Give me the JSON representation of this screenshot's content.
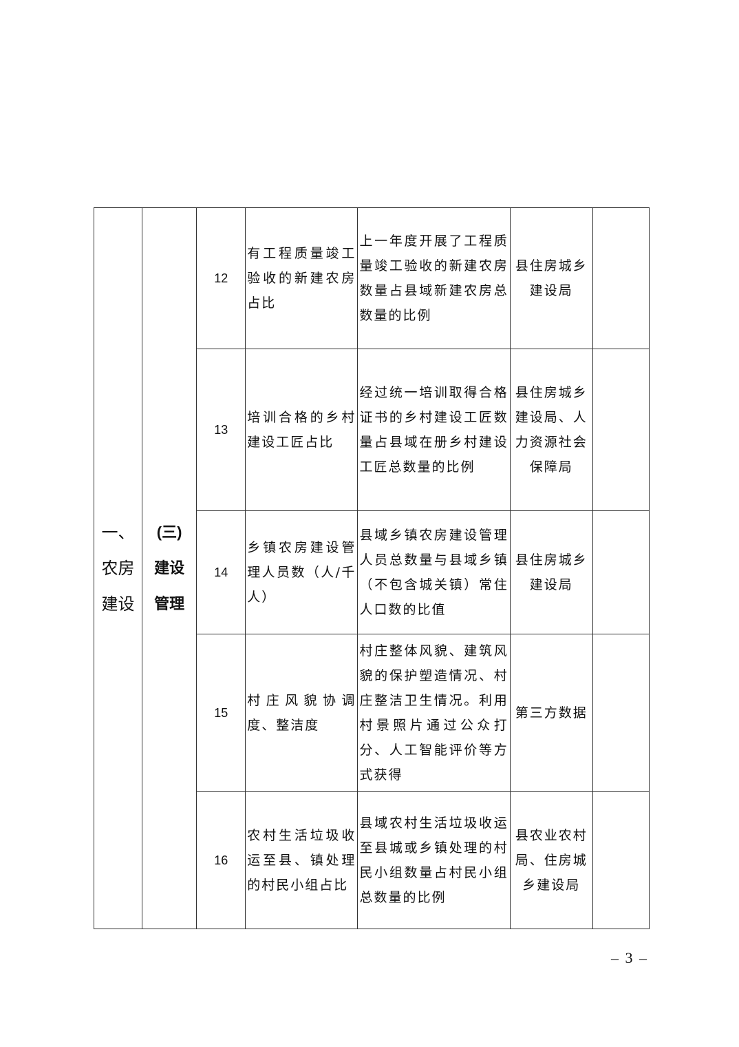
{
  "table": {
    "category": [
      "一、",
      "农房",
      "建设"
    ],
    "subcategory": [
      "(三)",
      "建设",
      "管理"
    ],
    "rows": [
      {
        "no": "12",
        "name": "有工程质量竣工验收的新建农房占比",
        "definition": "上一年度开展了工程质量竣工验收的新建农房数量占县域新建农房总数量的比例",
        "source": [
          "县住房城乡",
          "建设局"
        ],
        "note": ""
      },
      {
        "no": "13",
        "name": "培训合格的乡村建设工匠占比",
        "definition": "经过统一培训取得合格证书的乡村建设工匠数量占县域在册乡村建设工匠总数量的比例",
        "source": [
          "县住房城乡",
          "建设局、人",
          "力资源社会",
          "保障局"
        ],
        "note": ""
      },
      {
        "no": "14",
        "name": "乡镇农房建设管理人员数（人/千人）",
        "definition": "县域乡镇农房建设管理人员总数量与县域乡镇（不包含城关镇）常住人口数的比值",
        "source": [
          "县住房城乡",
          "建设局"
        ],
        "note": ""
      },
      {
        "no": "15",
        "name": "村庄风貌协调度、整洁度",
        "definition": "村庄整体风貌、建筑风貌的保护塑造情况、村庄整洁卫生情况。利用村景照片通过公众打分、人工智能评价等方式获得",
        "source": [
          "第三方数据"
        ],
        "note": ""
      },
      {
        "no": "16",
        "name": "农村生活垃圾收运至县、镇处理的村民小组占比",
        "definition": "县域农村生活垃圾收运至县城或乡镇处理的村民小组数量占村民小组总数量的比例",
        "source": [
          "县农业农村",
          "局、住房城",
          "乡建设局"
        ],
        "note": ""
      }
    ]
  },
  "page_number": "– 3 –"
}
